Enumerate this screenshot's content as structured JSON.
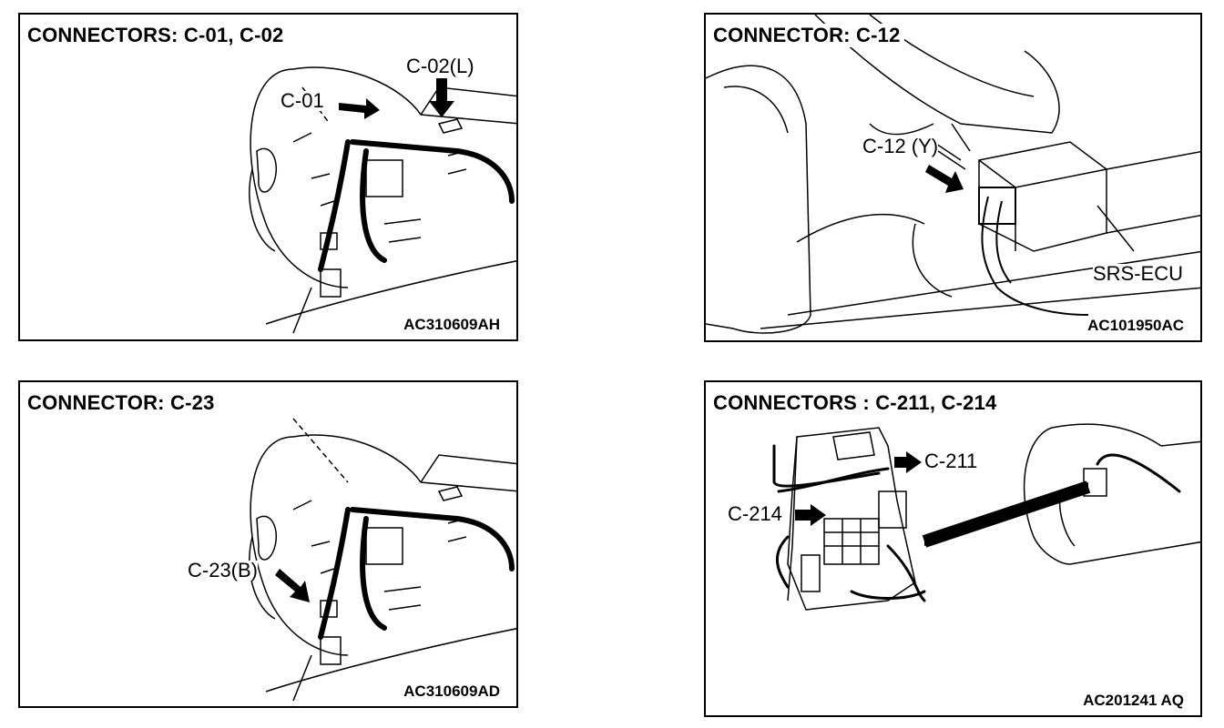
{
  "panels": [
    {
      "title": "CONNECTORS: C-01, C-02",
      "code": "AC310609AH",
      "callouts": [
        "C-01",
        "C-02(L)"
      ]
    },
    {
      "title": "CONNECTOR: C-12",
      "code": "AC101950AC",
      "callouts": [
        "C-12 (Y)",
        "SRS-ECU"
      ]
    },
    {
      "title": "CONNECTOR: C-23",
      "code": "AC310609AD",
      "callouts": [
        "C-23(B)"
      ]
    },
    {
      "title": "CONNECTORS : C-211, C-214",
      "code": "AC201241 AQ",
      "callouts": [
        "C-211",
        "C-214"
      ]
    }
  ]
}
